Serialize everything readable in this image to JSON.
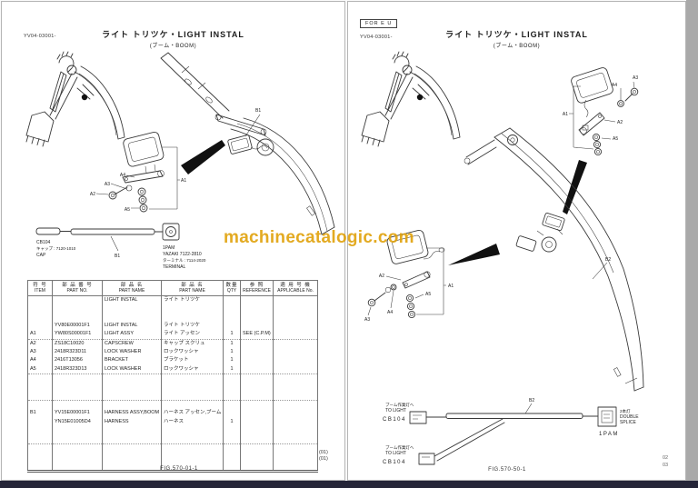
{
  "watermark": {
    "text": "machinecatalogic.com",
    "color": "#e0a10a"
  },
  "left_page": {
    "doc_code": "YV04-03001-",
    "title": "ライト トリツケ・LIGHT INSTAL",
    "subtitle": "(ブーム・BOOM)",
    "boom_callout": "B1",
    "assembly_callouts": {
      "a1": "A1",
      "a2": "A2",
      "a3": "A3",
      "a4": "A4",
      "a5": "A5"
    },
    "harness_diagram": {
      "connector_code": "CB104",
      "cap_jp": "キャップ : 7120-1010",
      "cap_en": "CAP",
      "harness_callout": "B1",
      "terminal_code": "1PAM",
      "terminal_maker": "YAZAKI 7122-2810",
      "terminal_jp": "ターミナル : 7114-2020",
      "terminal_en": "TERMINAL"
    },
    "table": {
      "headers": [
        {
          "jp": "符 号",
          "en": "ITEM"
        },
        {
          "jp": "部 品 番 号",
          "en": "PART NO."
        },
        {
          "jp": "部 品 名",
          "en": "PART NAME"
        },
        {
          "jp": "部 品 名",
          "en": "PART NAME"
        },
        {
          "jp": "数量",
          "en": "QTY"
        },
        {
          "jp": "参 照",
          "en": "REFERENCE"
        },
        {
          "jp": "適 用 号 機",
          "en": "APPLICABLE No."
        }
      ],
      "rows": [
        {
          "item": "",
          "part_no": "",
          "name_en": "LIGHT INSTAL",
          "name_jp": "ライト トリツケ",
          "qty": "",
          "ref": "",
          "app": ""
        },
        {
          "item": "",
          "part_no": "",
          "name_en": "",
          "name_jp": "",
          "qty": "",
          "ref": "",
          "app": ""
        },
        {
          "item": "",
          "part_no": "",
          "name_en": "",
          "name_jp": "",
          "qty": "",
          "ref": "",
          "app": ""
        },
        {
          "item": "",
          "part_no": "YV80E00001F1",
          "name_en": "LIGHT INSTAL",
          "name_jp": "ライト トリツケ",
          "qty": "",
          "ref": "",
          "app": ""
        },
        {
          "item": "A1",
          "part_no": "YW80S00001F1",
          "name_en": "LIGHT ASSY",
          "name_jp": "ライト アッセン",
          "qty": "1",
          "ref": "SEE (C.P.M)",
          "app": "",
          "sep": true
        },
        {
          "item": "A2",
          "part_no": "ZS18C10020",
          "name_en": "CAPSCREW",
          "name_jp": "キャップ スクリュ",
          "qty": "1",
          "ref": "",
          "app": ""
        },
        {
          "item": "A3",
          "part_no": "2418R323D11",
          "name_en": "LOCK WASHER",
          "name_jp": "ロックワッシャ",
          "qty": "1",
          "ref": "",
          "app": ""
        },
        {
          "item": "A4",
          "part_no": "2416T13056",
          "name_en": "BRACKET",
          "name_jp": "ブラケット",
          "qty": "1",
          "ref": "",
          "app": ""
        },
        {
          "item": "A5",
          "part_no": "2418R323D13",
          "name_en": "LOCK WASHER",
          "name_jp": "ロックワッシャ",
          "qty": "1",
          "ref": "",
          "app": "",
          "sep": true
        },
        {
          "item": "",
          "part_no": "",
          "name_en": "",
          "name_jp": "",
          "qty": "",
          "ref": "",
          "app": ""
        },
        {
          "item": "",
          "part_no": "",
          "name_en": "",
          "name_jp": "",
          "qty": "",
          "ref": "",
          "app": ""
        },
        {
          "item": "",
          "part_no": "",
          "name_en": "",
          "name_jp": "",
          "qty": "",
          "ref": "",
          "app": "",
          "sep": true
        },
        {
          "item": "",
          "part_no": "",
          "name_en": "",
          "name_jp": "",
          "qty": "",
          "ref": "",
          "app": ""
        },
        {
          "item": "B1",
          "part_no": "YV15E00001F1",
          "name_en": "HARNESS ASSY,BOOM",
          "name_jp": "ハーネス アッセン,ブーム",
          "qty": "",
          "ref": "",
          "app": ""
        },
        {
          "item": "",
          "part_no": "YN15E01005D4",
          "name_en": "HARNESS",
          "name_jp": "ハーネス",
          "qty": "1",
          "ref": "",
          "app": ""
        },
        {
          "item": "",
          "part_no": "",
          "name_en": "",
          "name_jp": "",
          "qty": "",
          "ref": "",
          "app": ""
        },
        {
          "item": "",
          "part_no": "",
          "name_en": "",
          "name_jp": "",
          "qty": "",
          "ref": "",
          "app": "",
          "sep": true
        },
        {
          "item": "",
          "part_no": "",
          "name_en": "",
          "name_jp": "",
          "qty": "",
          "ref": "",
          "app": ""
        },
        {
          "item": "",
          "part_no": "",
          "name_en": "",
          "name_jp": "",
          "qty": "",
          "ref": "",
          "app": ""
        },
        {
          "item": "",
          "part_no": "",
          "name_en": "",
          "name_jp": "",
          "qty": "",
          "ref": "",
          "app": ""
        }
      ]
    },
    "revision_notes": [
      "(01)",
      "(01)"
    ],
    "fig_no": "FIG.570-01-1"
  },
  "right_page": {
    "region_tag": "FOR E U",
    "doc_code": "YV04-03001-",
    "title": "ライト トリツケ・LIGHT INSTAL",
    "subtitle": "(ブーム・BOOM)",
    "boom_callout": "B2",
    "assembly1_callouts": {
      "a1": "A1",
      "a2": "A2",
      "a3": "A3",
      "a4": "A4",
      "a5": "A5"
    },
    "assembly2_callouts": {
      "a1": "A1",
      "a2": "A2",
      "a3": "A3",
      "a4": "A4",
      "a5": "A5"
    },
    "wiring_diagram": {
      "branch1_jp": "ブーム作業灯へ",
      "branch1_en": "TO LIGHT",
      "branch1_code": "CB104",
      "branch2_jp": "ブーム作業灯へ",
      "branch2_en": "TO LIGHT",
      "branch2_code": "CB104",
      "harness_callout": "B2",
      "splice_jp": "2本灯",
      "splice_en1": "DOUBLE",
      "splice_en2": "SPLICE",
      "connector_code": "1PAM"
    },
    "fig_no": "FIG.570-50-1",
    "page_numbers": [
      "02",
      "03"
    ]
  }
}
